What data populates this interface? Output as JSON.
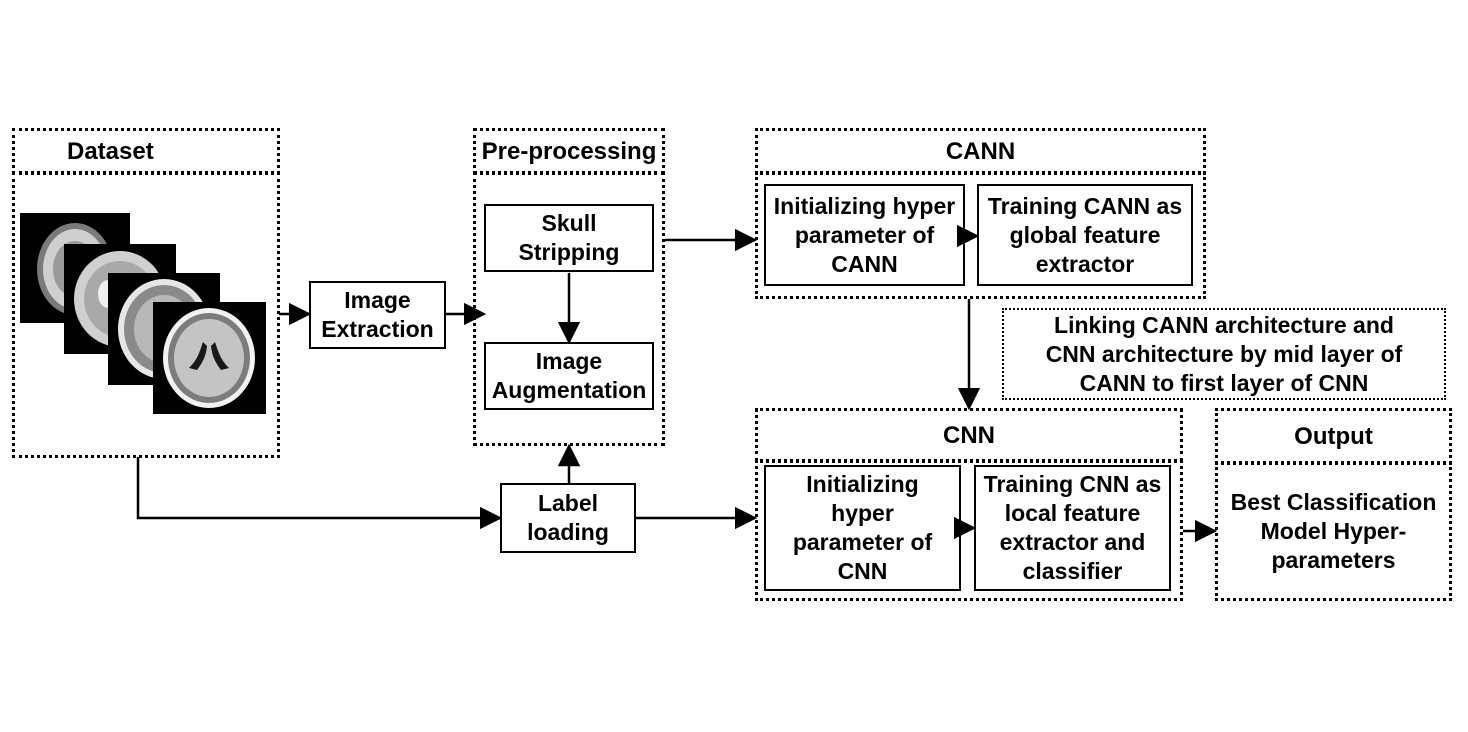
{
  "dataset": {
    "title": "Dataset"
  },
  "steps": {
    "image_extraction": "Image\nExtraction",
    "label_loading": "Label\nloading"
  },
  "preprocessing": {
    "title": "Pre-processing",
    "skull_stripping": "Skull\nStripping",
    "image_augmentation": "Image\nAugmentation"
  },
  "cann": {
    "title": "CANN",
    "init": "Initializing hyper\nparameter of\nCANN",
    "train": "Training CANN as\nglobal feature\nextractor"
  },
  "link_note": "Linking CANN architecture and\nCNN architecture by mid layer of\nCANN to first layer of CNN",
  "cnn": {
    "title": "CNN",
    "init": "Initializing\nhyper\nparameter of\nCNN",
    "train": "Training CNN as\nlocal feature\nextractor and\nclassifier"
  },
  "output": {
    "title": "Output",
    "result": "Best Classification\nModel Hyper-\nparameters"
  },
  "colors": {
    "line": "#000000",
    "background": "#ffffff"
  },
  "icons": [
    "brain-mri-slice-icon"
  ]
}
